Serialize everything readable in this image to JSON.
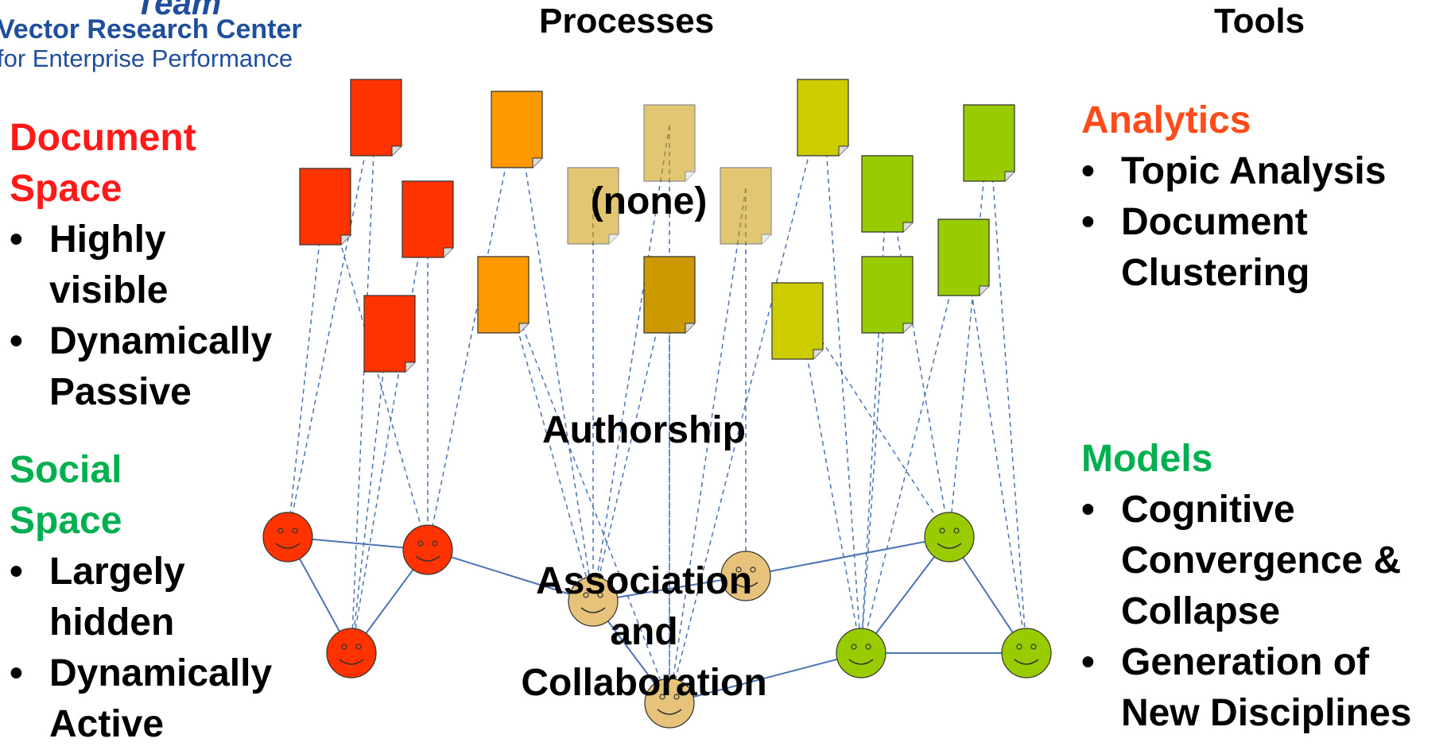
{
  "logo": {
    "line_top": "Team",
    "line1": "Vector Research Center",
    "line2": "for Enterprise Performance"
  },
  "headers": {
    "processes": "Processes",
    "tools": "Tools"
  },
  "document_space": {
    "title_line1": "Document",
    "title_line2": "Space",
    "items": [
      [
        "Highly",
        "visible"
      ],
      [
        "Dynamically",
        "Passive"
      ]
    ]
  },
  "social_space": {
    "title_line1": "Social",
    "title_line2": "Space",
    "items": [
      [
        "Largely",
        "hidden"
      ],
      [
        "Dynamically",
        "Active"
      ]
    ]
  },
  "diagram_labels": {
    "none": "(none)",
    "authorship": "Authorship",
    "association_1": "Association",
    "association_2": "and",
    "association_3": "Collaboration"
  },
  "analytics": {
    "title": "Analytics",
    "items": [
      [
        "Topic Analysis"
      ],
      [
        "Document",
        "Clustering"
      ]
    ]
  },
  "models": {
    "title": "Models",
    "items": [
      [
        "Cognitive",
        "Convergence &",
        "Collapse"
      ],
      [
        "Generation of",
        "New Disciplines"
      ]
    ]
  },
  "colors": {
    "red_doc": "#ff3300",
    "orange_doc": "#ff9900",
    "gold_doc": "#cc9900",
    "yellow_doc": "#cccc00",
    "green_doc": "#99cc00",
    "red_face": "#ff3300",
    "tan_face": "#e6c27a",
    "green_face": "#99cc00",
    "edge": "#4a74b5"
  }
}
